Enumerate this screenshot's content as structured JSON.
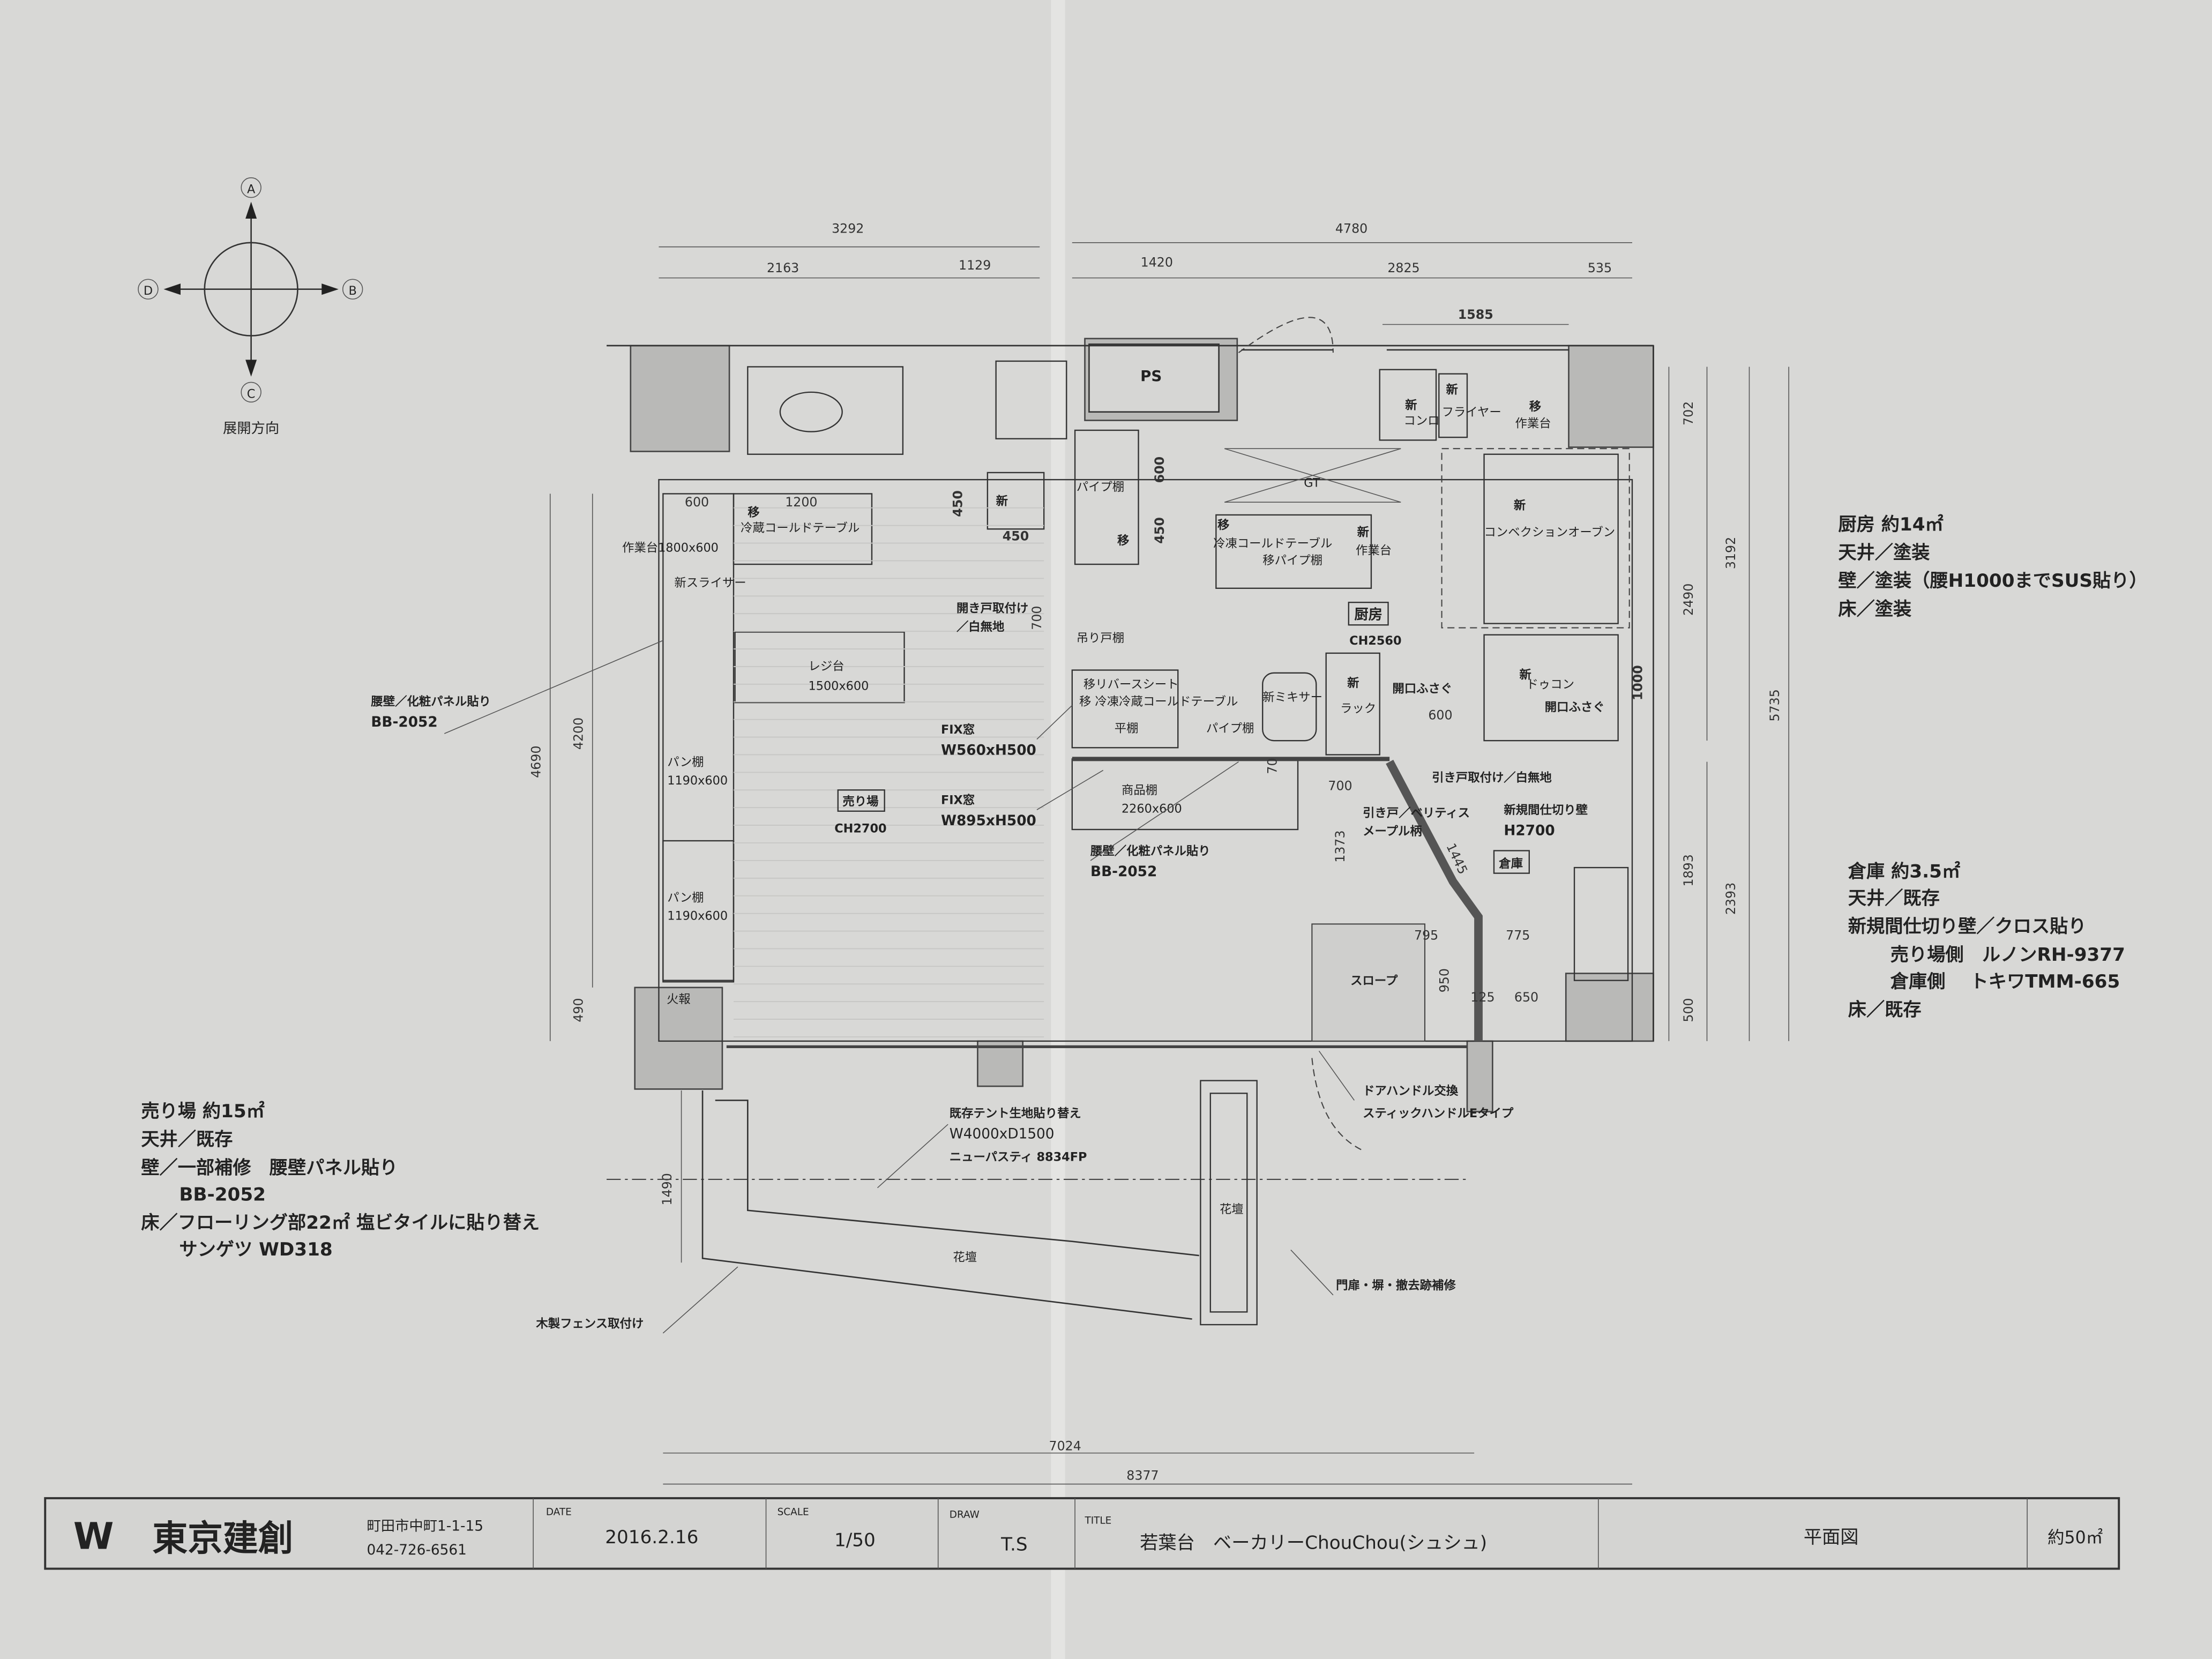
{
  "compass": {
    "north": "A",
    "east": "B",
    "south": "C",
    "west": "D",
    "caption": "展開方向"
  },
  "dimensions": {
    "top": [
      "3292",
      "2163",
      "1129",
      "4780",
      "1420",
      "2825",
      "535",
      "1585"
    ],
    "right": [
      "702",
      "3192",
      "2490",
      "5735",
      "1000",
      "1893",
      "2393",
      "500"
    ],
    "left": [
      "4690",
      "4200",
      "490",
      "1490"
    ],
    "bottom": [
      "7024",
      "8377"
    ]
  },
  "plan": {
    "ps": "PS",
    "konro_new": "新",
    "konro": "コンロ",
    "fryer_new": "新",
    "fryer": "フライヤー",
    "worktable_move": "移",
    "worktable": "作業台",
    "oven_new": "新",
    "oven": "コンベクションオーブン",
    "gt": "GT",
    "freezer_move": "移",
    "freezer": "冷凍コールドテーブル",
    "pipe_shelf_move": "移パイプ棚",
    "worktable2_new": "新",
    "worktable2": "作業台",
    "kitchen": "厨房",
    "kitchen_ch": "CH2560",
    "pipe_shelf": "パイプ棚",
    "sink_move": "移",
    "d600": "600",
    "d450": "450",
    "hanging_shelf": "吊り戸棚",
    "reverse_sheet": "移リバースシート",
    "freezer_fridge": "移 冷凍冷蔵コールドテーブル",
    "flat_shelf": "平棚",
    "pipe_shelf2": "パイプ棚",
    "mixer": "新ミキサー",
    "rack_new": "新",
    "rack": "ラック",
    "close_opening1": "開口ふさぐ",
    "d600b": "600",
    "dough_new": "新",
    "dough": "ドゥコン",
    "close_opening2": "開口ふさぐ",
    "sliding_door": "引き戸取付け／白無地",
    "d700": "700",
    "d70": "70",
    "product_shelf": "商品棚",
    "product_shelf_size": "2260x600",
    "door_verities": "引き戸／ベリティス",
    "maple": "メープル柄",
    "partition": "新規間仕切り壁",
    "partition_h": "H2700",
    "storage": "倉庫",
    "d1373": "1373",
    "d1445": "1445",
    "d795": "795",
    "d775": "775",
    "slope": "スロープ",
    "d950": "950",
    "d125": "125",
    "d650": "650",
    "wainscot_r": "腰壁／化粧パネル貼り",
    "wainscot_r_code": "BB-2052",
    "fix1": "FIX窓",
    "fix1_size": "W560xH500",
    "fix2": "FIX窓",
    "fix2_size": "W895xH500",
    "sales": "売り場",
    "sales_ch": "CH2700",
    "register": "レジ台",
    "register_size": "1500x600",
    "swing_door": "開き戸取付け",
    "swing_door2": "／白無地",
    "d700b": "700",
    "d600c": "600",
    "d1200": "1200",
    "cold_move": "移",
    "cold_table": "冷蔵コールドテーブル",
    "worktable3": "作業台1800x600",
    "slicer": "新スライサー",
    "d450a": "450",
    "sink_new": "新",
    "d450b": "450",
    "bread1": "パン棚",
    "bread1_size": "1190x600",
    "bread2": "パン棚",
    "bread2_size": "1190x600",
    "fire_alarm": "火報",
    "wainscot_l": "腰壁／化粧パネル貼り",
    "wainscot_l_code": "BB-2052",
    "tent1": "既存テント生地貼り替え",
    "tent2": "W4000xD1500",
    "tent3": "ニューパスティ 8834FP",
    "handle1": "ドアハンドル交換",
    "handle2": "スティックハンドルEタイプ",
    "flowerbed1": "花壇",
    "flowerbed2": "花壇",
    "gate": "門扉・塀・撤去跡補修",
    "fence": "木製フェンス取付け"
  },
  "notes": {
    "kitchen": [
      "厨房 約14㎡",
      "天井／塗装",
      "壁／塗装（腰H1000までSUS貼り）",
      "床／塗装"
    ],
    "storage": [
      "倉庫 約3.5㎡",
      "天井／既存",
      "新規間仕切り壁／クロス貼り",
      "売り場側　ルノンRH-9377",
      "倉庫側　 トキワTMM-665",
      "床／既存"
    ],
    "sales": [
      "売り場 約15㎡",
      "天井／既存",
      "壁／一部補修　腰壁パネル貼り",
      "BB-2052",
      "床／フローリング部22㎡ 塩ビタイルに貼り替え",
      "サンゲツ WD318"
    ]
  },
  "title_block": {
    "logo": "W",
    "company": "東京建創",
    "address": "町田市中町1-1-15",
    "phone": "042-726-6561",
    "date_label": "DATE",
    "date": "2016.2.16",
    "scale_label": "SCALE",
    "scale": "1/50",
    "draw_label": "DRAW",
    "draw": "T.S",
    "title_label": "TITLE",
    "title": "若葉台　ベーカリーChouChou(シュシュ)",
    "drawing": "平面図",
    "area": "約50㎡"
  }
}
